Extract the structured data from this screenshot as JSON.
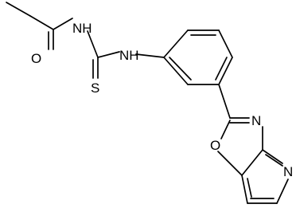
{
  "molecule": {
    "atoms": {
      "carbonyl_oxygen": "O",
      "amide_nitrogen": "NH",
      "thioamide_nitrogen": "NH",
      "sulfur": "S",
      "oxazole_nitrogen": "N",
      "oxazole_oxygen": "O",
      "pyridine_nitrogen": "N"
    }
  },
  "colors": {
    "bond": "#000000",
    "label": "#000000",
    "background": "#ffffff"
  }
}
